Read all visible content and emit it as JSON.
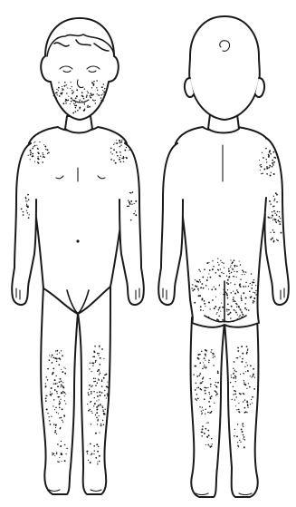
{
  "figures": [
    {
      "view": "front",
      "rash_regions": [
        "cheeks-chin",
        "shoulders",
        "lower-legs"
      ]
    },
    {
      "view": "back",
      "rash_regions": [
        "upper-arm",
        "buttocks",
        "thighs",
        "calves"
      ]
    }
  ],
  "colors": {
    "ink": "#1a1a1a",
    "paper": "#ffffff"
  }
}
